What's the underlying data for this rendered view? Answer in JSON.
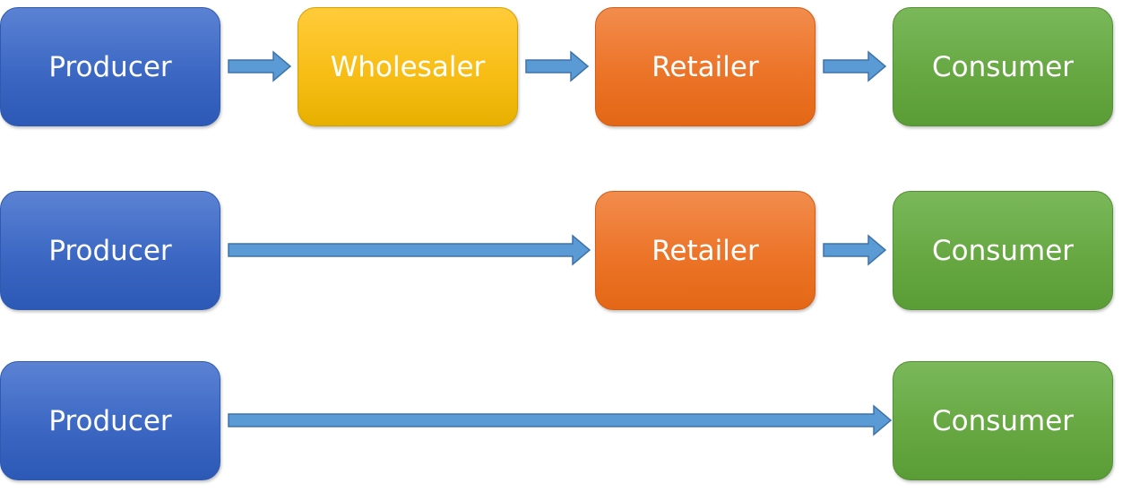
{
  "diagram": {
    "rows": [
      {
        "nodes": [
          {
            "label": "Producer",
            "kind": "producer"
          },
          {
            "label": "Wholesaler",
            "kind": "wholesaler"
          },
          {
            "label": "Retailer",
            "kind": "retailer"
          },
          {
            "label": "Consumer",
            "kind": "consumer"
          }
        ]
      },
      {
        "nodes": [
          {
            "label": "Producer",
            "kind": "producer"
          },
          {
            "label": "Retailer",
            "kind": "retailer"
          },
          {
            "label": "Consumer",
            "kind": "consumer"
          }
        ]
      },
      {
        "nodes": [
          {
            "label": "Producer",
            "kind": "producer"
          },
          {
            "label": "Consumer",
            "kind": "consumer"
          }
        ]
      }
    ],
    "colors": {
      "producer": "#3c68c4",
      "wholesaler": "#f8be16",
      "retailer": "#ec7428",
      "consumer": "#67a843",
      "arrow": "#5b9bd5",
      "arrow_stroke": "#3f73a8"
    }
  }
}
